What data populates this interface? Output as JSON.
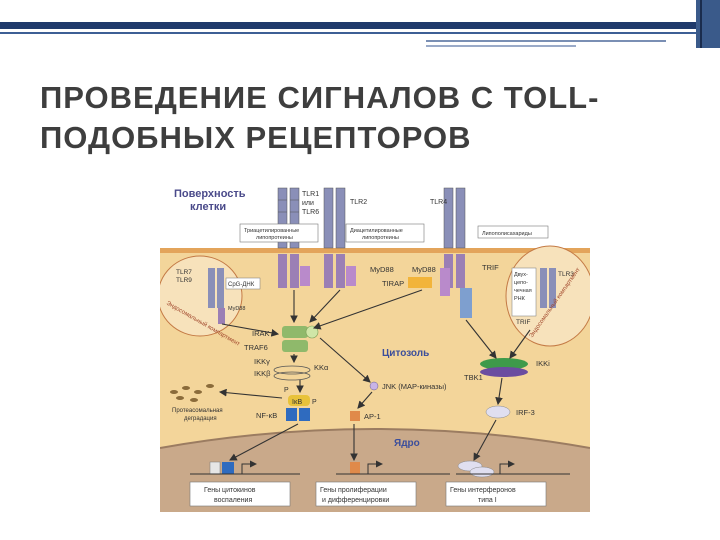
{
  "slide": {
    "title_line1": "ПРОВЕДЕНИЕ СИГНАЛОВ С TOLL-",
    "title_line2": "ПОДОБНЫХ РЕЦЕПТОРОВ"
  },
  "diagram": {
    "cell_surface_1": "Поверхность",
    "cell_surface_2": "клетки",
    "tlr1_1": "TLR1",
    "tlr1_2": "или",
    "tlr1_3": "TLR6",
    "tlr2": "TLR2",
    "tlr4": "TLR4",
    "ligand1_1": "Триацетилированные",
    "ligand1_2": "липопротеины",
    "ligand2_1": "Диацетилированные",
    "ligand2_2": "липопротеины",
    "ligand3": "Липополисахариды",
    "tlr7_1": "TLR7",
    "tlr7_2": "TLR9",
    "cpg": "CpG-ДНК",
    "myd88_small": "MyD88",
    "endo_left": "Эндосомальный компартмент",
    "myd88_a": "MyD88",
    "myd88_b": "MyD88",
    "tirap": "TIRAP",
    "trif_top": "TRIF",
    "tlr3": "TLR3",
    "rna_1": "Двух-",
    "rna_2": "цепо-",
    "rna_3": "чечная",
    "rna_4": "РНК",
    "trif_right": "TRIF",
    "endo_right": "Эндосомальный компартмент",
    "irak": "IRAK",
    "traf6": "TRAF6",
    "cytosol": "Цитозоль",
    "ikkg": "IKKγ",
    "ikkb": "IKKβ",
    "kka": "KKα",
    "p1": "P",
    "ikb": "IκB",
    "p2": "P",
    "jnk": "JNK (MAP-киназы)",
    "ikki": "IKKi",
    "tbk1": "TBK1",
    "proteasome_1": "Протеасомальная",
    "proteasome_2": "деградация",
    "nfkb": "NF-κB",
    "ap1": "AP-1",
    "irf3": "IRF-3",
    "nucleus": "Ядро",
    "gene1_1": "Гены цитокинов",
    "gene1_2": "воспаления",
    "gene2_1": "Гены пролиферации",
    "gene2_2": "и дифференцировки",
    "gene3_1": "Гены интерферонов",
    "gene3_2": "типа I"
  }
}
